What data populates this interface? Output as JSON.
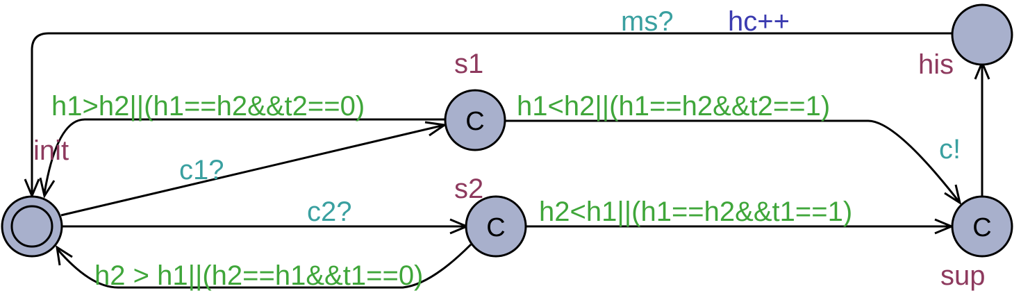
{
  "locations": {
    "init": {
      "name": "init"
    },
    "s1": {
      "name": "s1",
      "marker": "C"
    },
    "s2": {
      "name": "s2",
      "marker": "C"
    },
    "sup": {
      "name": "sup",
      "marker": "C"
    },
    "his": {
      "name": "his"
    }
  },
  "edges": {
    "init_s1": {
      "sync": "c1?"
    },
    "init_s2": {
      "sync": "c2?"
    },
    "s1_init": {
      "guard": "h1>h2||(h1==h2&&t2==0)"
    },
    "s1_sup": {
      "guard": "h1<h2||(h1==h2&&t2==1)"
    },
    "s2_init": {
      "guard": "h2 > h1||(h2==h1&&t1==0)"
    },
    "s2_sup": {
      "guard": "h2<h1||(h1==h2&&t1==1)"
    },
    "sup_his": {
      "sync": "c!"
    },
    "his_init": {
      "sync": "ms?",
      "assign": "hc++"
    }
  },
  "colors": {
    "location_fill": "#a8b0cc",
    "location_name": "#8e3a5e",
    "sync": "#3aa0a0",
    "guard": "#3fa63a",
    "assignment": "#3b3bb0"
  }
}
